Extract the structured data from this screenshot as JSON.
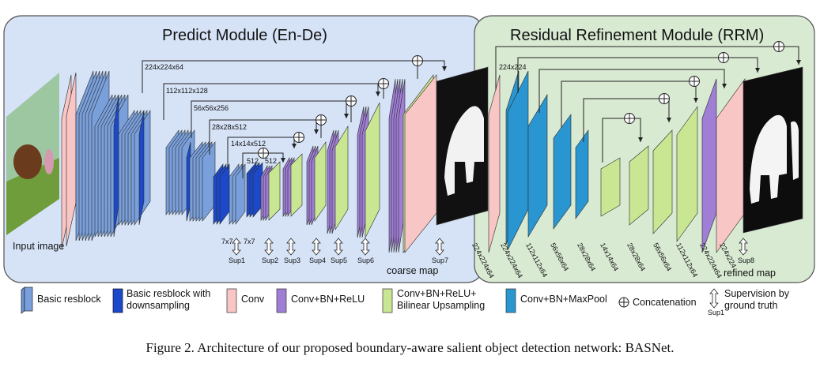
{
  "predict_module": {
    "title": "Predict Module (En-De)",
    "input_label": "Input image",
    "output_label": "coarse map",
    "sizes": [
      "224x224x64",
      "112x112x128",
      "56x56x256",
      "28x28x512",
      "14x14x512",
      "512",
      "512"
    ],
    "kernel_labels": [
      "7x7",
      "7x7"
    ],
    "sup_labels": [
      "Sup1",
      "Sup2",
      "Sup3",
      "Sup4",
      "Sup5",
      "Sup6",
      "Sup7"
    ]
  },
  "rrm": {
    "title": "Residual Refinement Module (RRM)",
    "top_size": "224x224",
    "vertical_sizes": [
      "224x224x64",
      "224x224x64",
      "112x112x64",
      "56x56x64",
      "28x28x64",
      "14x14x64",
      "28x28x64",
      "56x56x64",
      "112x112x64",
      "224x224x64",
      "224x224"
    ],
    "sup_label": "Sup8",
    "output_label": "refined map"
  },
  "legend": [
    {
      "key": "basic-resblock",
      "text": "Basic resblock"
    },
    {
      "key": "basic-resblock-downsampling",
      "text": "Basic resblock with\ndownsampling"
    },
    {
      "key": "conv",
      "text": "Conv"
    },
    {
      "key": "conv-bn-relu",
      "text": "Conv+BN+ReLU"
    },
    {
      "key": "conv-bn-relu-upsampling",
      "text": "Conv+BN+ReLU+\nBilinear Upsampling"
    },
    {
      "key": "conv-bn-maxpool",
      "text": "Conv+BN+MaxPool"
    },
    {
      "key": "concatenation",
      "text": "Concatenation"
    },
    {
      "key": "supervision",
      "text": "Supervision by\nground truth",
      "sub": "Sup1"
    }
  ],
  "colors": {
    "predict_bg": "#d6e3f7",
    "rrm_bg": "#d9ead3",
    "resblock": "#7aa0dc",
    "resblock_down": "#1c49c9",
    "conv": "#f8c6c4",
    "conv_bn_relu": "#a07ed6",
    "upsample": "#c9e693",
    "maxpool": "#2a96d1"
  },
  "caption": "Figure 2. Architecture of our proposed boundary-aware salient object detection network: BASNet."
}
